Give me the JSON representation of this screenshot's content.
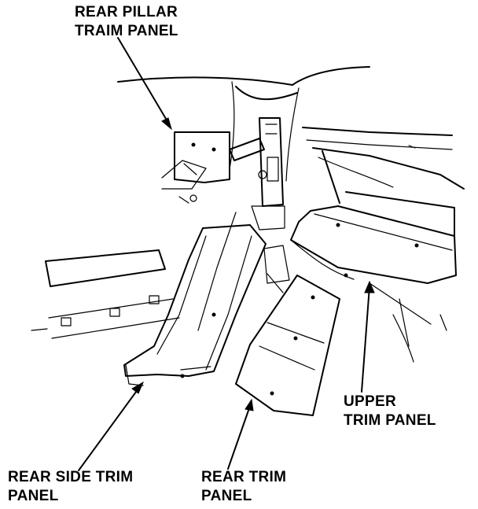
{
  "labels": {
    "rear_pillar": {
      "line1": "REAR PILLAR",
      "line2": "TRAIM PANEL"
    },
    "upper_trim": {
      "line1": "UPPER",
      "line2": "TRIM PANEL"
    },
    "rear_side_trim": {
      "line1": "REAR SIDE TRIM",
      "line2": "PANEL"
    },
    "rear_trim": {
      "line1": "REAR TRIM",
      "line2": "PANEL"
    }
  },
  "colors": {
    "ink": "#000000",
    "paper": "#ffffff"
  },
  "icons": [
    "arrow-head-icon",
    "clip-icon",
    "bolt-icon"
  ]
}
